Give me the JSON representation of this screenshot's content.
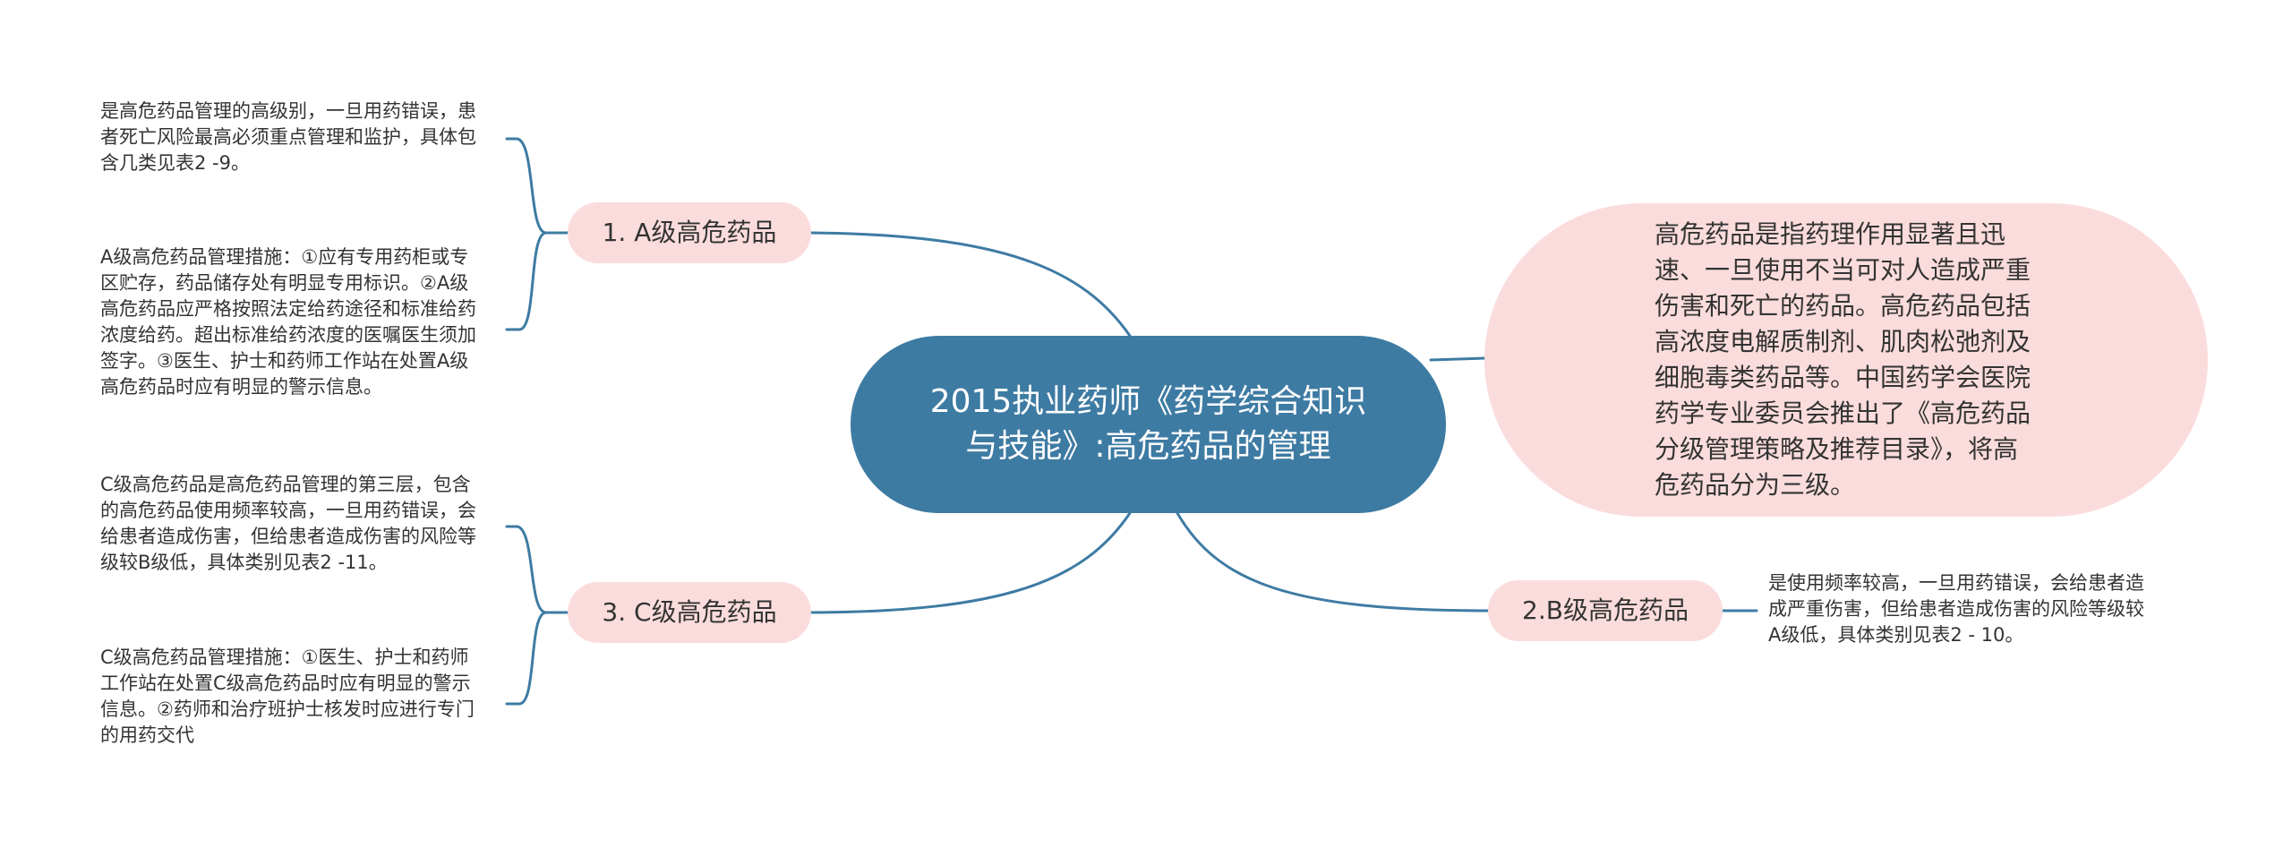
{
  "center": {
    "title": "2015执业药师《药学综合知识与技能》:高危药品的管理"
  },
  "description": {
    "text": "高危药品是指药理作用显著且迅速、一旦使用不当可对人造成严重伤害和死亡的药品。高危药品包括高浓度电解质制剂、肌肉松弛剂及细胞毒类药品等。中国药学会医院药学专业委员会推出了《高危药品分级管理策略及推荐目录》，将高危药品分为三级。"
  },
  "branches": [
    {
      "label": "1. A级高危药品",
      "leaves": [
        "是高危药品管理的高级别，一旦用药错误，患\n者死亡风险最高必须重点管理和监护，具体包\n含几类见表2 -9。",
        "A级高危药品管理措施：①应有专用药柜或专\n区贮存，药品储存处有明显专用标识。②A级\n高危药品应严格按照法定给药途径和标准给药\n浓度给药。超出标准给药浓度的医嘱医生须加\n签字。③医生、护士和药师工作站在处置A级\n高危药品时应有明显的警示信息。"
      ]
    },
    {
      "label": "2.B级高危药品",
      "leaves": [
        "是使用频率较高，一旦用药错误，会给患者造\n成严重伤害，但给患者造成伤害的风险等级较\nA级低，具体类别见表2 - 10。"
      ]
    },
    {
      "label": "3. C级高危药品",
      "leaves": [
        "C级高危药品是高危药品管理的第三层，包含\n的高危药品使用频率较高，一旦用药错误，会\n给患者造成伤害，但给患者造成伤害的风险等\n级较B级低，具体类别见表2 -11。",
        "C级高危药品管理措施：①医生、护士和药师\n工作站在处置C级高危药品时应有明显的警示\n信息。②药师和治疗班护士核发时应进行专门\n的用药交代"
      ]
    }
  ],
  "colors": {
    "center_fill": "#3e7ba3",
    "branch_fill": "#fbdcdc",
    "connector": "#3e7ba3",
    "text": "#333333"
  }
}
